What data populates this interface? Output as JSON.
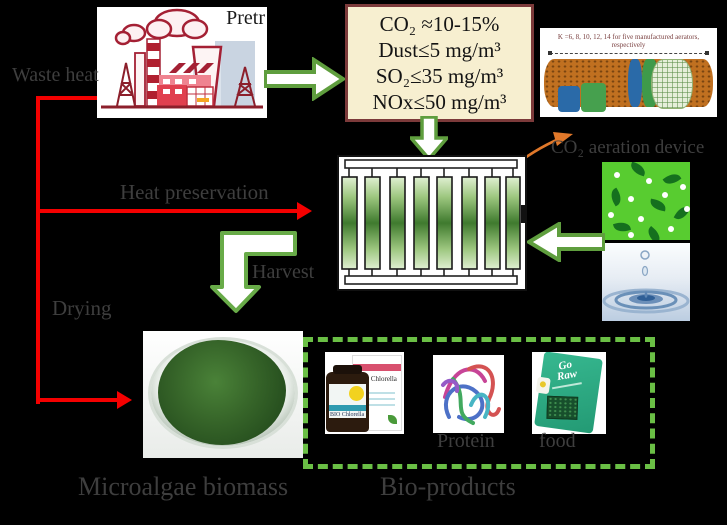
{
  "labels": {
    "pretreatment": "Pretr",
    "waste_heat": "Waste heat",
    "heat_preservation": "Heat preservation",
    "drying": "Drying",
    "harvest": "Harvest",
    "co2_aeration_device": "CO₂ aeration device",
    "microalgae_biomass": "Microalgae biomass",
    "bio_products": "Bio-products",
    "protein": "Protein",
    "food": "food"
  },
  "flue_gas_box": {
    "lines": [
      "CO₂ ≈10-15%",
      "Dust≤5 mg/m³",
      "SO₂≤35 mg/m³",
      "NOx≤50 mg/m³"
    ]
  },
  "aerator": {
    "caption": "K =6, 8, 10, 12, 14 for five manufactured aerators, respectively"
  },
  "products": {
    "chlorella_brand": "BIO Chlorella",
    "goraw_line1": "Go",
    "goraw_line2": "Raw"
  },
  "colors": {
    "arrow_green": "#5f9e3e",
    "harvest_green": "#68ab48",
    "dashed_green": "#6abf45",
    "flow_red": "#f40000",
    "label_gray": "#3e3e3e",
    "gas_box_bg": "#f7efd0",
    "gas_box_border": "#7c3a3a"
  }
}
